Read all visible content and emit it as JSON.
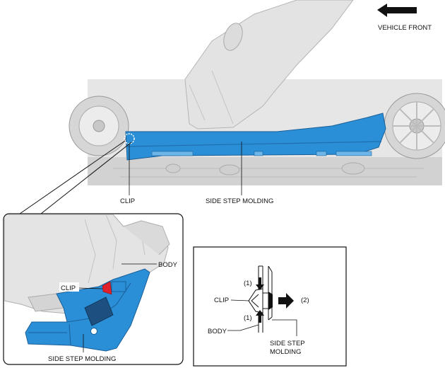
{
  "labels": {
    "vehicle_front": "VEHICLE FRONT",
    "clip_main": "CLIP",
    "side_step_molding_main": "SIDE STEP MOLDING",
    "body_detail": "BODY",
    "clip_detail": "CLIP",
    "side_step_molding_detail": "SIDE STEP MOLDING",
    "clip_section": "CLIP",
    "body_section": "BODY",
    "step_1_upper": "(1)",
    "step_1_lower": "(1)",
    "step_2": "(2)",
    "side_step_section_line1": "SIDE STEP",
    "side_step_section_line2": "MOLDING"
  },
  "colors": {
    "molding_blue": "#2a8fd6",
    "molding_dark": "#1f6fb0",
    "clip_red": "#e0202a",
    "car_gray": "#e3e3e3",
    "car_line": "#b9b9b9",
    "arrow_black": "#111111"
  }
}
